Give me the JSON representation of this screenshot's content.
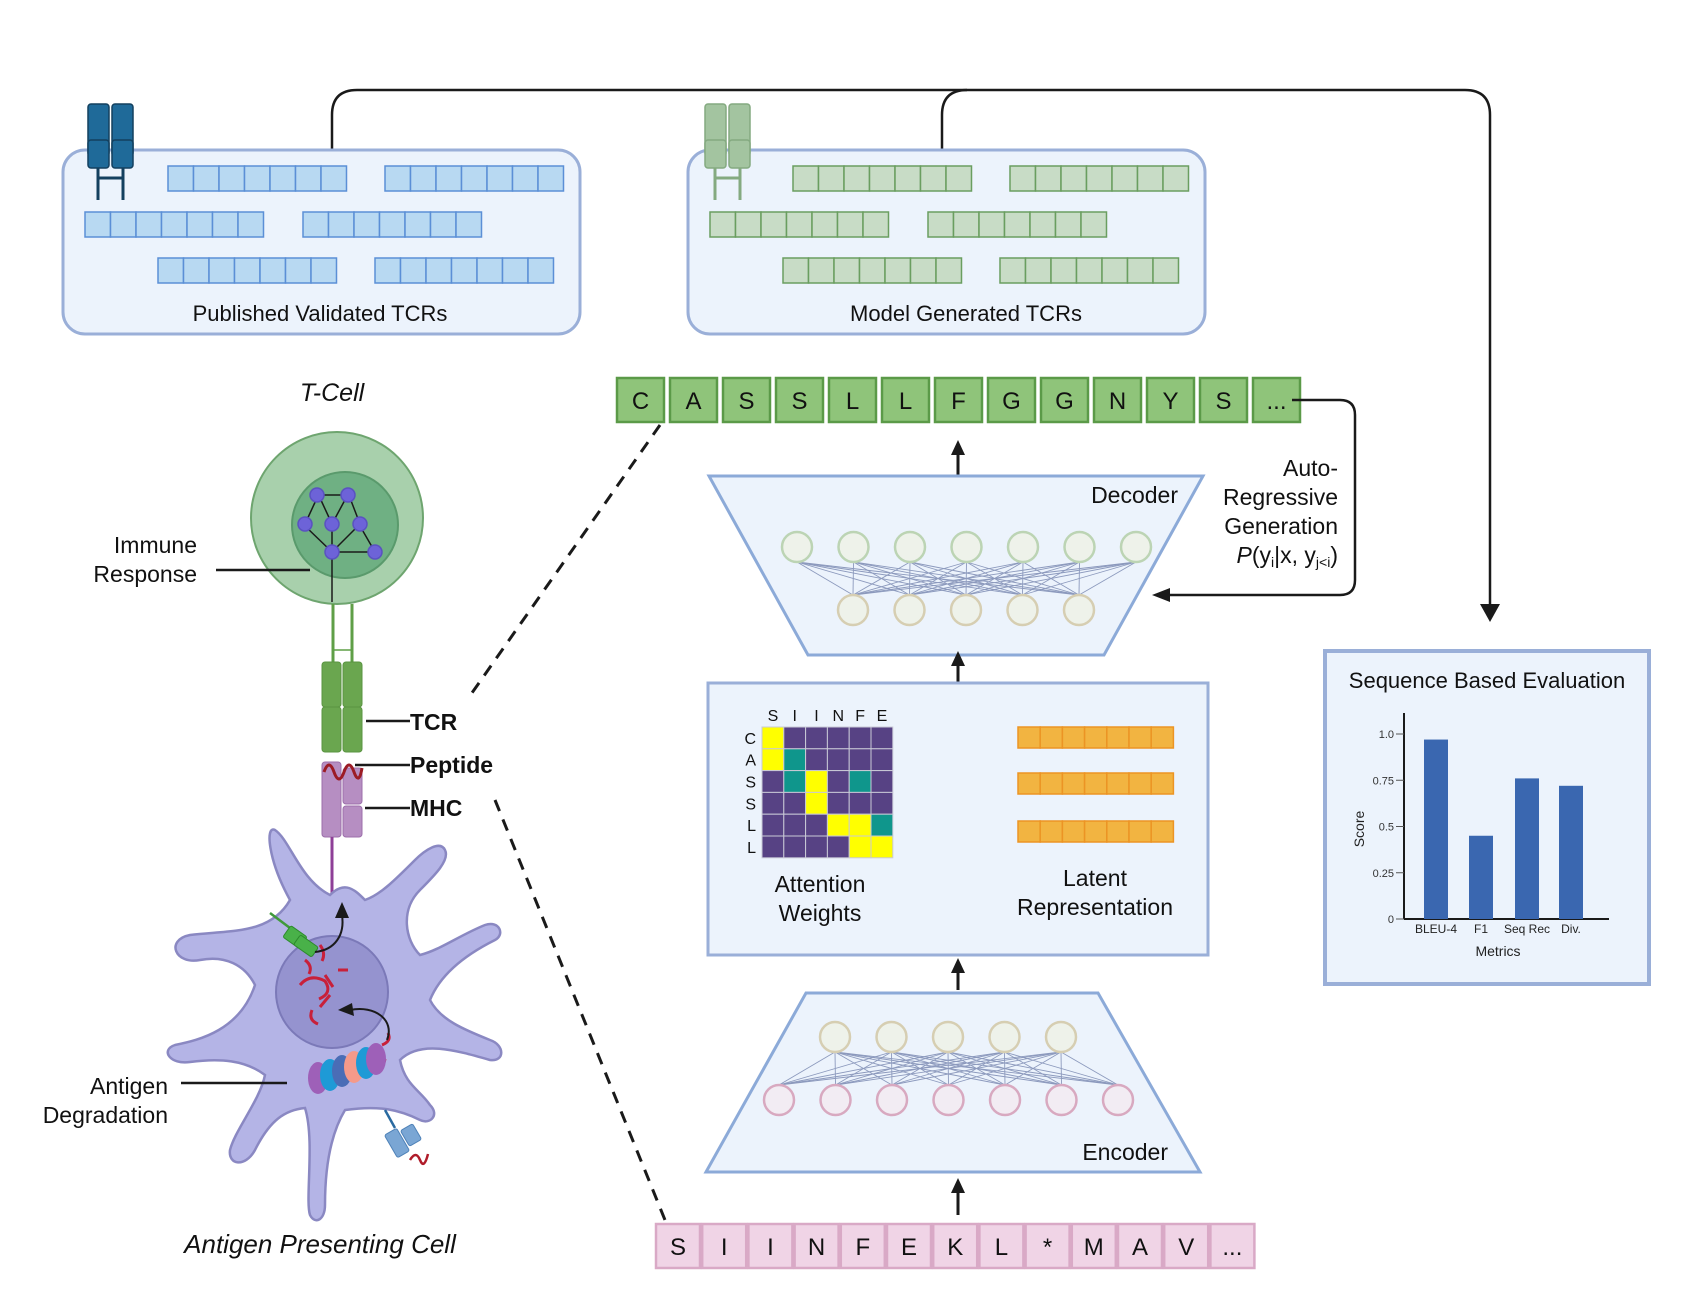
{
  "published_box": {
    "label": "Published  Validated TCRs",
    "rows": 6,
    "cells_per_row": 7,
    "fill": "#b8d9f2",
    "stroke": "#5b8fd6",
    "icon": "tcr-receptor-dark-blue"
  },
  "generated_box": {
    "label": "Model Generated TCRs",
    "rows": 6,
    "cells_per_row": 7,
    "fill": "#c8dcc6",
    "stroke": "#6a9e60",
    "icon": "tcr-receptor-light-green"
  },
  "tcell": {
    "title": "T-Cell",
    "immune_response_label": [
      "Immune",
      "Response"
    ],
    "tcr_label": "TCR",
    "peptide_label": "Peptide",
    "mhc_label": "MHC"
  },
  "apc": {
    "title": "Antigen Presenting Cell",
    "degradation_label": [
      "Antigen",
      "Degradation"
    ]
  },
  "output_sequence": {
    "tokens": [
      "C",
      "A",
      "S",
      "S",
      "L",
      "L",
      "F",
      "G",
      "G",
      "N",
      "Y",
      "S",
      "..."
    ],
    "fill": "#8fc47a",
    "stroke": "#5b9a48"
  },
  "input_sequence": {
    "tokens": [
      "S",
      "I",
      "I",
      "N",
      "F",
      "E",
      "K",
      "L",
      "*",
      "M",
      "A",
      "V",
      "..."
    ],
    "fill": "#f0d4e6",
    "stroke": "#d9a9c6"
  },
  "decoder": {
    "label": "Decoder",
    "top_nodes": 7,
    "bottom_nodes": 5
  },
  "encoder": {
    "label": "Encoder",
    "top_nodes": 5,
    "bottom_nodes": 7
  },
  "autoregressive": {
    "lines": [
      "Auto-",
      "Regressive",
      "Generation"
    ],
    "formula_p": "P",
    "formula_a": "(y",
    "formula_sub1": "i",
    "formula_b": "|x, y",
    "formula_sub2": "j<i",
    "formula_c": ")"
  },
  "attention": {
    "col_labels": [
      "S",
      "I",
      "I",
      "N",
      "F",
      "E"
    ],
    "row_labels": [
      "C",
      "A",
      "S",
      "S",
      "L",
      "L"
    ],
    "matrix": [
      [
        "Y",
        "P",
        "P",
        "P",
        "P",
        "P"
      ],
      [
        "Y",
        "T",
        "P",
        "P",
        "P",
        "P"
      ],
      [
        "P",
        "T",
        "Y",
        "P",
        "T",
        "P"
      ],
      [
        "P",
        "P",
        "Y",
        "P",
        "P",
        "P"
      ],
      [
        "P",
        "P",
        "P",
        "Y",
        "Y",
        "T"
      ],
      [
        "P",
        "P",
        "P",
        "P",
        "Y",
        "Y"
      ]
    ],
    "colors": {
      "Y": "#ffff00",
      "P": "#574284",
      "T": "#0f968c"
    },
    "label": [
      "Attention",
      "Weights"
    ]
  },
  "latent": {
    "rows": 3,
    "cells_per_row": 7,
    "fill": "#f2b441",
    "stroke": "#ec9424",
    "label": [
      "Latent",
      "Representation"
    ]
  },
  "chart_data": {
    "type": "bar",
    "title": "Sequence Based Evaluation",
    "categories": [
      "BLEU-4",
      "F1",
      "Seq Rec",
      "Div."
    ],
    "values": [
      0.97,
      0.45,
      0.76,
      0.72
    ],
    "xlabel": "Metrics",
    "ylabel": "Score",
    "ylim": [
      0,
      1.1
    ],
    "yticks": [
      0,
      0.25,
      0.5,
      0.75,
      1.0
    ],
    "ytick_labels": [
      "0",
      "0.25",
      "0.5",
      "0.75",
      "1.0"
    ],
    "bar_color": "#3a67b0",
    "grid": false
  }
}
